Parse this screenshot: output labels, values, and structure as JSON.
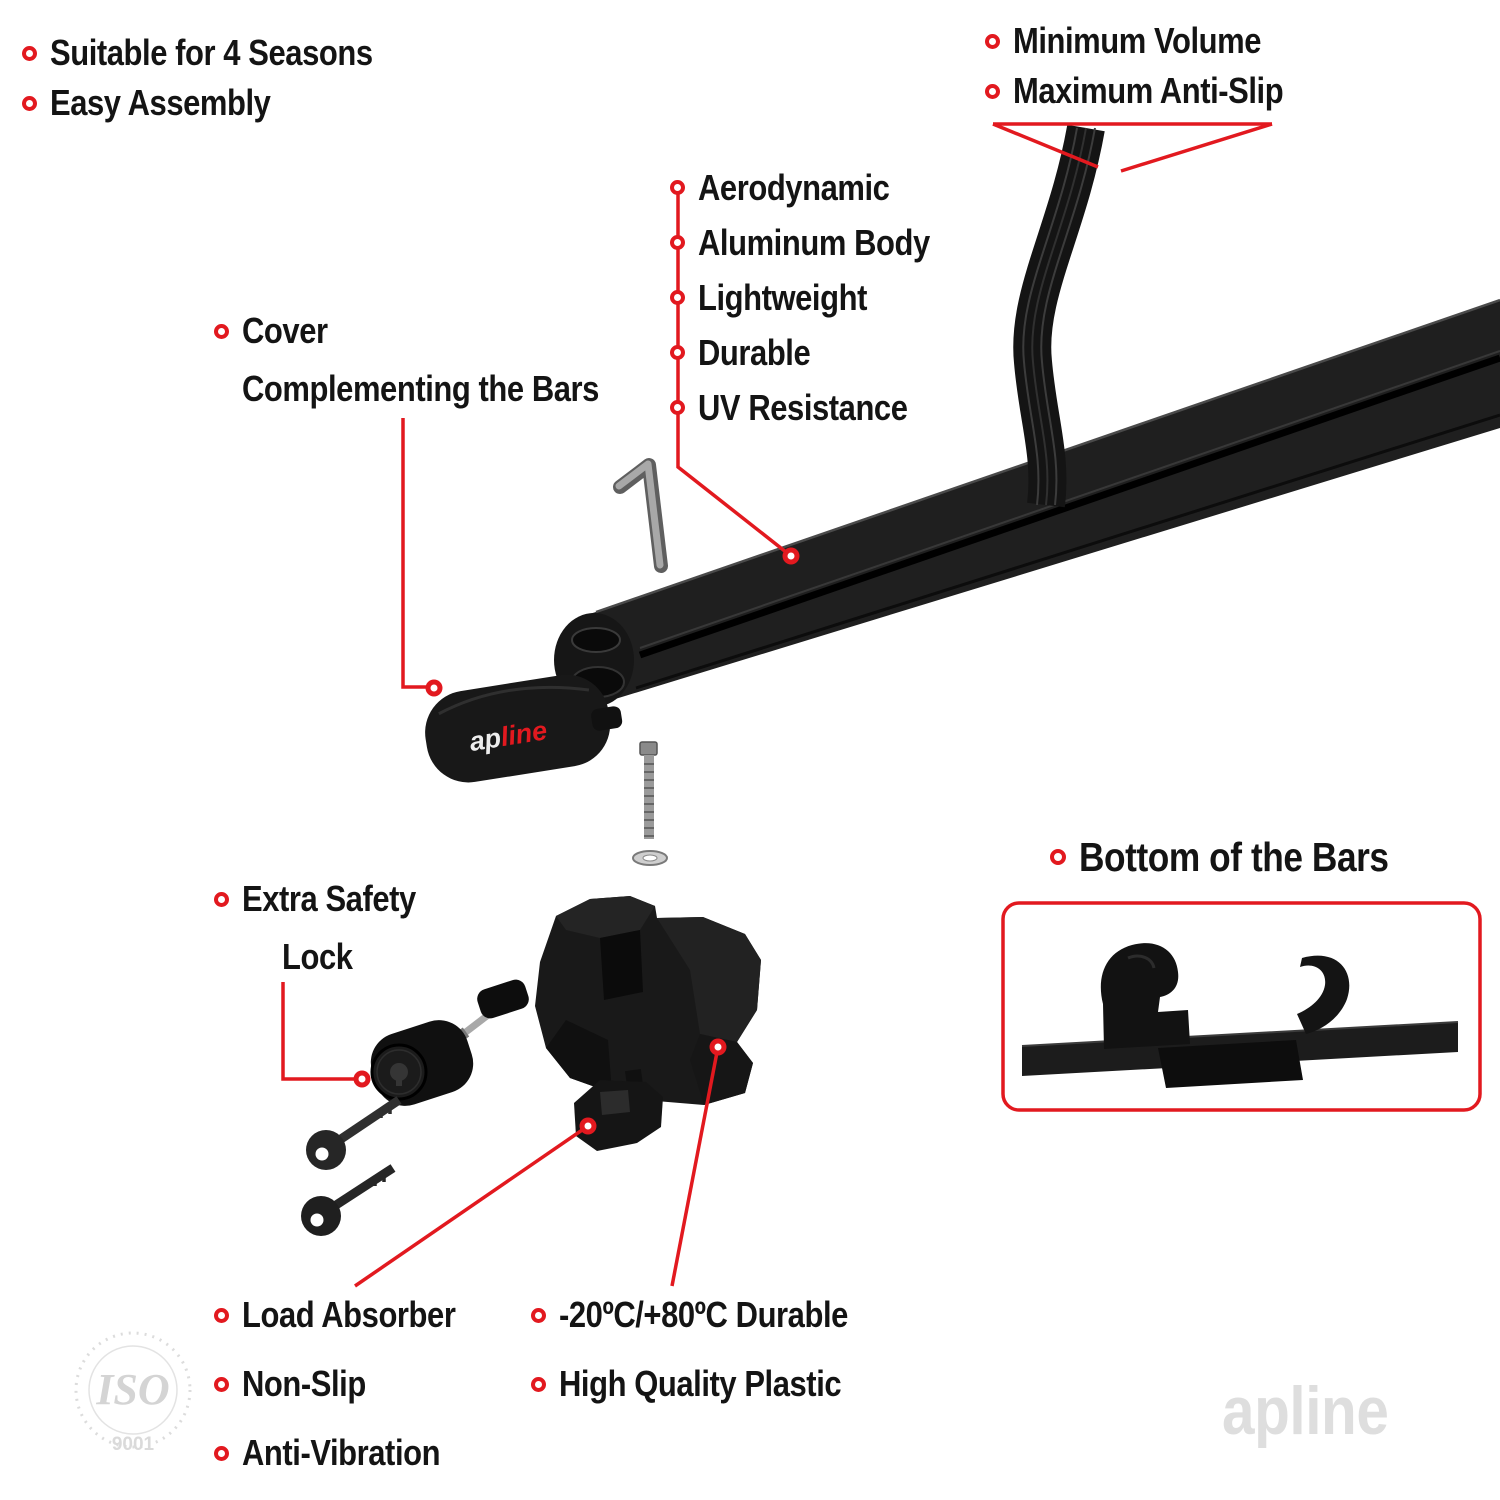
{
  "colors": {
    "accent": "#e2191f",
    "bar": "#1e1e1e",
    "ink": "#141414",
    "watermark": "#dedede"
  },
  "top_left": {
    "items": [
      "Suitable for 4 Seasons",
      "Easy Assembly"
    ]
  },
  "top_right": {
    "items": [
      "Minimum Volume",
      "Maximum Anti-Slip"
    ]
  },
  "bar_features": {
    "items": [
      "Aerodynamic",
      "Aluminum Body",
      "Lightweight",
      "Durable",
      "UV Resistance"
    ]
  },
  "cover_label": {
    "line1": "Cover",
    "line2": "Complementing the Bars"
  },
  "lock_label": {
    "line1": "Extra Safety",
    "line2": "Lock"
  },
  "bottom_bars": {
    "title": "Bottom of the Bars"
  },
  "bottom_left": {
    "items": [
      "Load Absorber",
      "Non-Slip",
      "Anti-Vibration"
    ]
  },
  "bottom_mid": {
    "items": [
      "-20ºC/+80ºC Durable",
      "High Quality Plastic"
    ]
  },
  "cover_logo": {
    "prefix": "ap",
    "suffix": "line"
  },
  "iso": {
    "title": "ISO",
    "subtitle": "9001"
  },
  "watermark": "apline"
}
